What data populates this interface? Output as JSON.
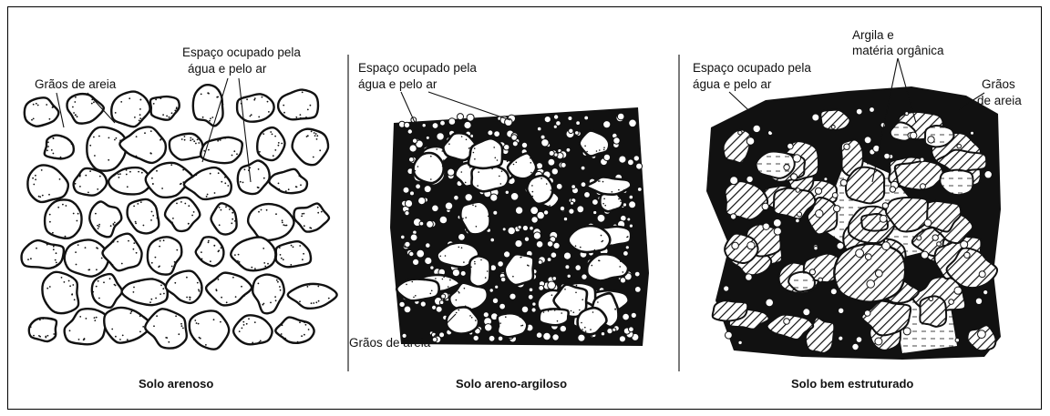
{
  "panels": [
    {
      "caption": "Solo arenoso",
      "labels": [
        "Grãos de areia",
        "Espaço ocupado pela",
        "água e pelo ar"
      ]
    },
    {
      "caption": "Solo areno-argiloso",
      "labels": [
        "Espaço ocupado pela",
        "água e pelo ar",
        "Grãos de areia"
      ]
    },
    {
      "caption": "Solo bem estruturado",
      "labels": [
        "Espaço ocupado pela",
        "água e pelo ar",
        "Argila e",
        "matéria orgânica",
        "Grãos",
        "de areia"
      ]
    }
  ]
}
